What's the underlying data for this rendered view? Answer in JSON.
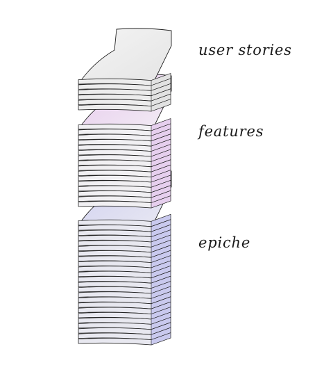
{
  "layers": [
    {
      "id": "stories",
      "label": "user stories",
      "sheets": 6,
      "front_color": "#ececec",
      "side_color": "#e2e2e2",
      "tint_color": "#d9d9d9"
    },
    {
      "id": "features",
      "label": "features",
      "sheets": 16,
      "front_color": "#f1f0f3",
      "side_color": "#e6cfee",
      "tint_color": "#e3bde6"
    },
    {
      "id": "epics",
      "label": "epiche",
      "sheets": 24,
      "front_color": "#e8e8f0",
      "side_color": "#c9c9ee",
      "tint_color": "#bcbcea"
    }
  ],
  "stroke_color": "#222222"
}
